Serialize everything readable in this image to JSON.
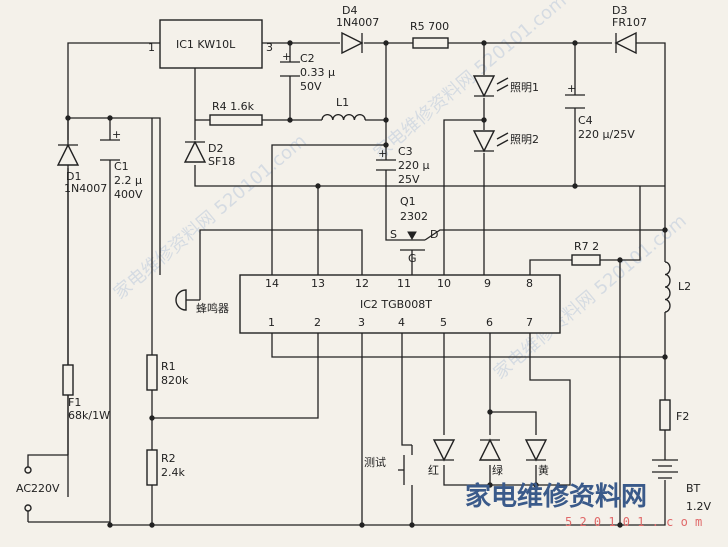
{
  "components": {
    "ic1": "IC1 KW10L",
    "ic1_pin1": "1",
    "ic1_pin3": "3",
    "d4_ref": "D4",
    "d4_val": "1N4007",
    "r5": "R5 700",
    "d3_ref": "D3",
    "d3_val": "FR107",
    "c2_ref": "C2",
    "c2_val1": "0.33 μ",
    "c2_val2": "50V",
    "lamp1": "照明1",
    "lamp2": "照明2",
    "c4": "C4",
    "c4_val": "220 μ/25V",
    "r4": "R4 1.6k",
    "l1": "L1",
    "d1_ref": "D1",
    "d1_val": "1N4007",
    "c1_ref": "C1",
    "c1_val1": "2.2 μ",
    "c1_val2": "400V",
    "d2_ref": "D2",
    "d2_val": "SF18",
    "c3_ref": "C3",
    "c3_val1": "220 μ",
    "c3_val2": "25V",
    "q1_ref": "Q1",
    "q1_val": "2302",
    "q1_s": "S",
    "q1_d": "D",
    "q1_g": "G",
    "r7": "R7 2",
    "l2": "L2",
    "buzzer": "蜂鸣器",
    "ic2": "IC2 TGB008T",
    "r1_ref": "R1",
    "r1_val": "820k",
    "r2_ref": "R2",
    "r2_val": "2.4k",
    "f1_ref": "F1",
    "f1_val": "68k/1W",
    "f2": "F2",
    "test": "测试",
    "led_red": "红",
    "led_green": "绿",
    "led_yellow": "黄",
    "ac": "AC220V",
    "battery_ref": "BT",
    "battery_val": "1.2V"
  },
  "ic2_pins_top": [
    "14",
    "13",
    "12",
    "11",
    "10",
    "9",
    "8"
  ],
  "ic2_pins_bottom": [
    "1",
    "2",
    "3",
    "4",
    "5",
    "6",
    "7"
  ],
  "watermark": {
    "logo": "家电维修资料网",
    "url": "5 2 0 1 0 1 . c o m"
  },
  "colors": {
    "ink": "#222222",
    "paper": "#f4f1ea",
    "logo": "#3a5a8a"
  }
}
